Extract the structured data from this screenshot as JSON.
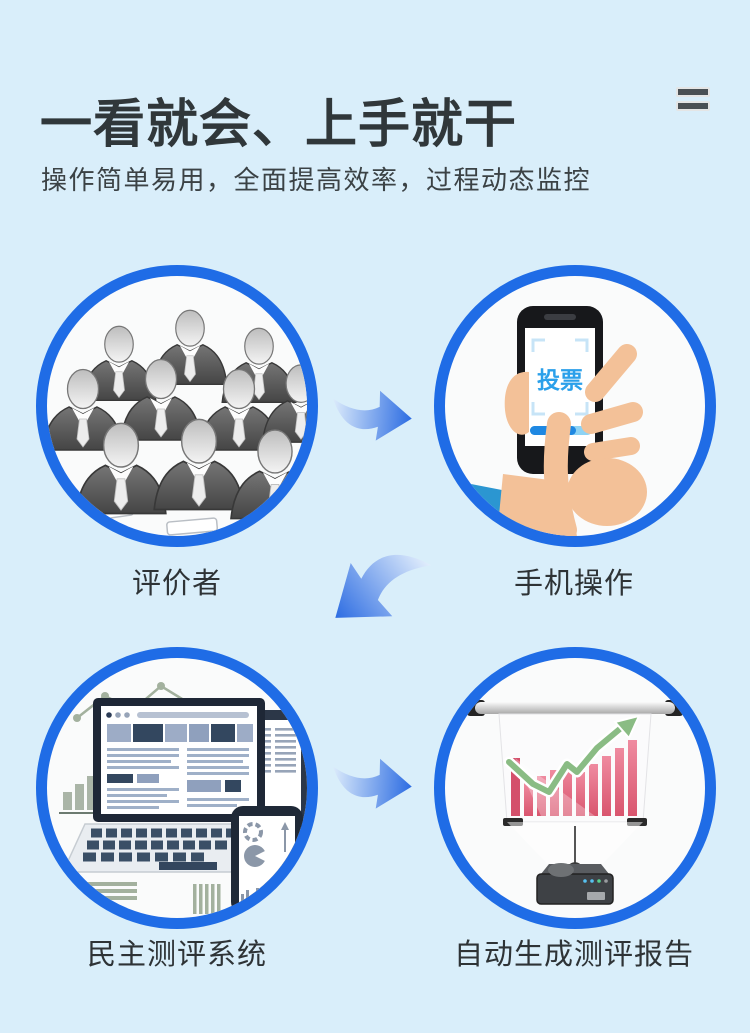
{
  "colors": {
    "background": "#d9eefa",
    "ring_blue": "#1f6ce6",
    "arrow_blue": "#2c6ce2",
    "title_text": "#30373a",
    "vote_blue": "#2ba0ea",
    "report_bar_pink": "#e4627c",
    "report_trend_green": "#8abc84"
  },
  "header": {
    "title": "一看就会、上手就干",
    "subtitle": "操作简单易用，全面提高效率，过程动态监控",
    "menu_icon": "equals-menu-icon"
  },
  "flow": {
    "steps": [
      {
        "label": "评价者",
        "illustration": "crowd-of-evaluators"
      },
      {
        "label": "手机操作",
        "illustration": "hand-holding-phone-voting",
        "phone_screen_text": "投票"
      },
      {
        "label": "民主测评系统",
        "illustration": "laptop-assessment-system"
      },
      {
        "label": "自动生成测评报告",
        "illustration": "projector-screen-report-chart"
      }
    ],
    "arrows": [
      {
        "direction": "right"
      },
      {
        "direction": "down-left"
      },
      {
        "direction": "right"
      }
    ]
  }
}
